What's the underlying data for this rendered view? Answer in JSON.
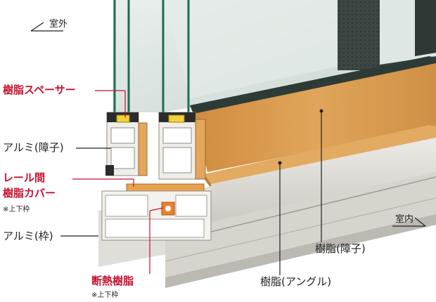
{
  "colors": {
    "accent_red": "#c8102e",
    "wood": "#d99a4c",
    "wood_dark": "#b87a33",
    "aluminium": "#dcdad4",
    "aluminium_dark": "#a9a69f",
    "glass_edge": "#1f6b55",
    "spacer_yellow": "#f2d23a"
  },
  "labels": {
    "outdoor": "室外",
    "indoor": "室内",
    "resin_spacer": "樹脂スペーサー",
    "alu_sash": "アルミ(障子)",
    "rail_cover_1": "レール間",
    "rail_cover_2": "樹脂カバー",
    "rail_cover_note": "※上下枠",
    "alu_frame": "アルミ(枠)",
    "thermal_break": "断熱樹脂",
    "thermal_break_note": "※上下枠",
    "resin_sash": "樹脂(障子)",
    "resin_angle": "樹脂(アングル)"
  }
}
